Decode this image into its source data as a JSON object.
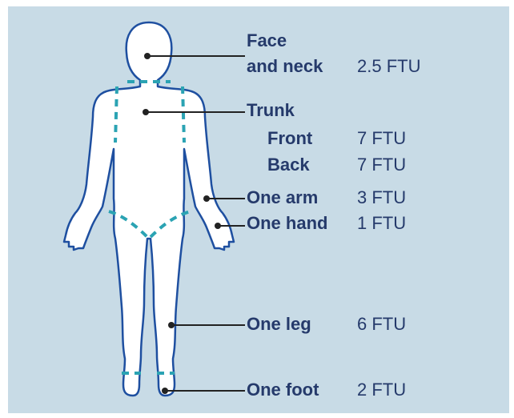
{
  "colors": {
    "background": "#c8dbe6",
    "body_fill": "#ffffff",
    "body_outline": "#1e4fa0",
    "dashed_lines": "#2ba3b3",
    "leader_lines": "#222222",
    "text": "#253a6b"
  },
  "labels": {
    "face_neck": {
      "line1": "Face",
      "line2": "and neck",
      "value": "2.5 FTU"
    },
    "trunk": {
      "title": "Trunk"
    },
    "front": {
      "label": "Front",
      "value": "7 FTU"
    },
    "back": {
      "label": "Back",
      "value": "7 FTU"
    },
    "arm": {
      "label": "One arm",
      "value": "3 FTU"
    },
    "hand": {
      "label": "One hand",
      "value": "1 FTU"
    },
    "leg": {
      "label": "One leg",
      "value": "6 FTU"
    },
    "foot": {
      "label": "One foot",
      "value": "2 FTU"
    }
  }
}
